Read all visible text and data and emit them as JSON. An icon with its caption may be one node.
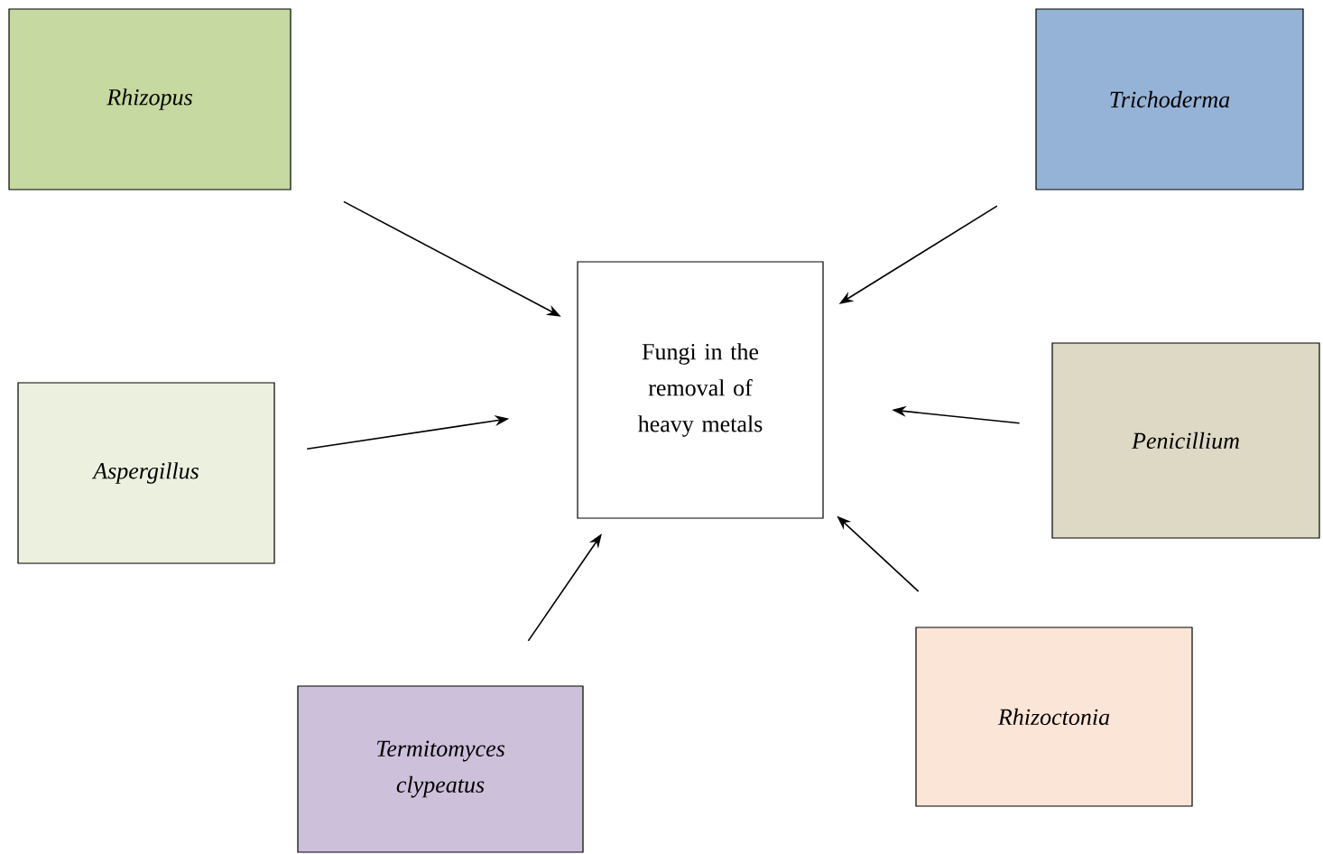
{
  "diagram": {
    "nodes": [
      {
        "text": [
          "Rhizopus"
        ]
      },
      {
        "text": [
          "Trichoderma"
        ]
      },
      {
        "text": [
          "Fungi in the removal of heavy metals"
        ]
      },
      {
        "text": [
          "Aspergillus"
        ]
      },
      {
        "text": [
          "Penicillium"
        ]
      },
      {
        "text": [
          "Termitomyces clypeatus"
        ]
      },
      {
        "text": [
          "Rhizoctonia"
        ]
      }
    ],
    "edges": [
      {
        "from": 0,
        "to": 2,
        "arrow": "to"
      },
      {
        "from": 1,
        "to": 2,
        "arrow": "to"
      },
      {
        "from": 3,
        "to": 2,
        "arrow": "to"
      },
      {
        "from": 4,
        "to": 2,
        "arrow": "to"
      },
      {
        "from": 5,
        "to": 2,
        "arrow": "to"
      },
      {
        "from": 6,
        "to": 2,
        "arrow": "to"
      }
    ]
  }
}
